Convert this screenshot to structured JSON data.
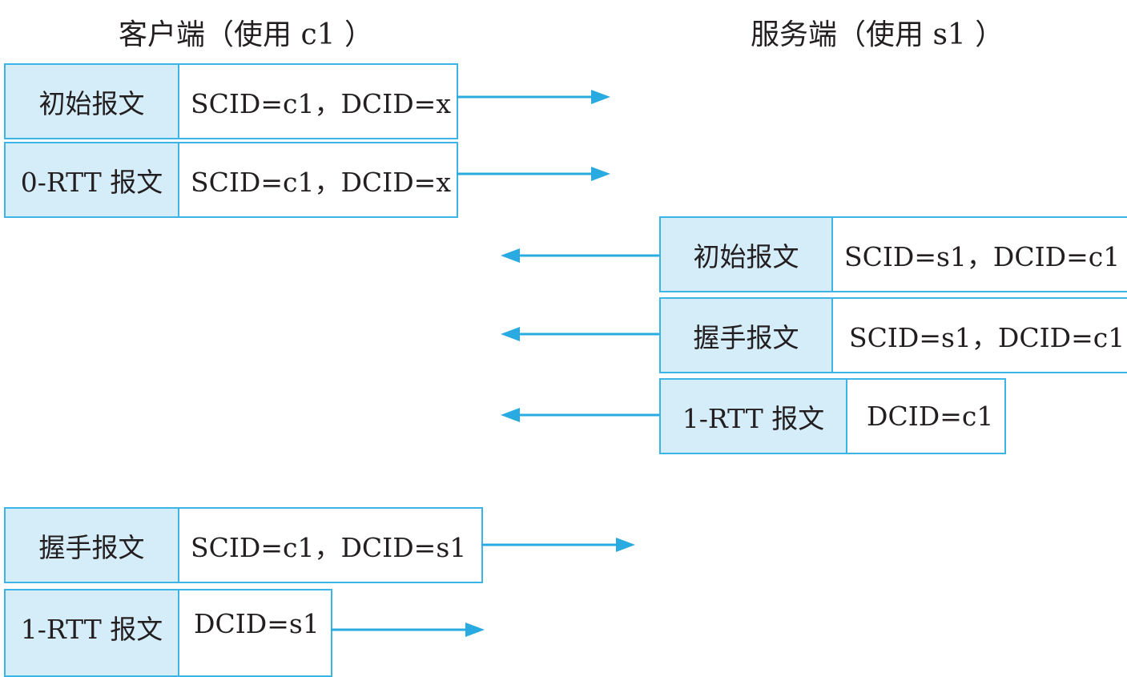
{
  "headers": {
    "client": "客户端（使用 c1 ）",
    "server": "服务端（使用 s1 ）"
  },
  "colors": {
    "border": "#3cb4e5",
    "type_fill": "#d5edf9",
    "arrow": "#29abe2",
    "text": "#231f20"
  },
  "packets": [
    {
      "direction": "client-to-server",
      "type": "初始报文",
      "ids": "SCID=c1，DCID=x"
    },
    {
      "direction": "client-to-server",
      "type": "0-RTT 报文",
      "ids": "SCID=c1，DCID=x"
    },
    {
      "direction": "server-to-client",
      "type": "初始报文",
      "ids": "SCID=s1，DCID=c1"
    },
    {
      "direction": "server-to-client",
      "type": "握手报文",
      "ids": "SCID=s1，DCID=c1"
    },
    {
      "direction": "server-to-client",
      "type": "1-RTT 报文",
      "ids": "DCID=c1"
    },
    {
      "direction": "client-to-server",
      "type": "握手报文",
      "ids": "SCID=c1，DCID=s1"
    },
    {
      "direction": "client-to-server",
      "type": "1-RTT 报文",
      "ids": "DCID=s1"
    }
  ]
}
